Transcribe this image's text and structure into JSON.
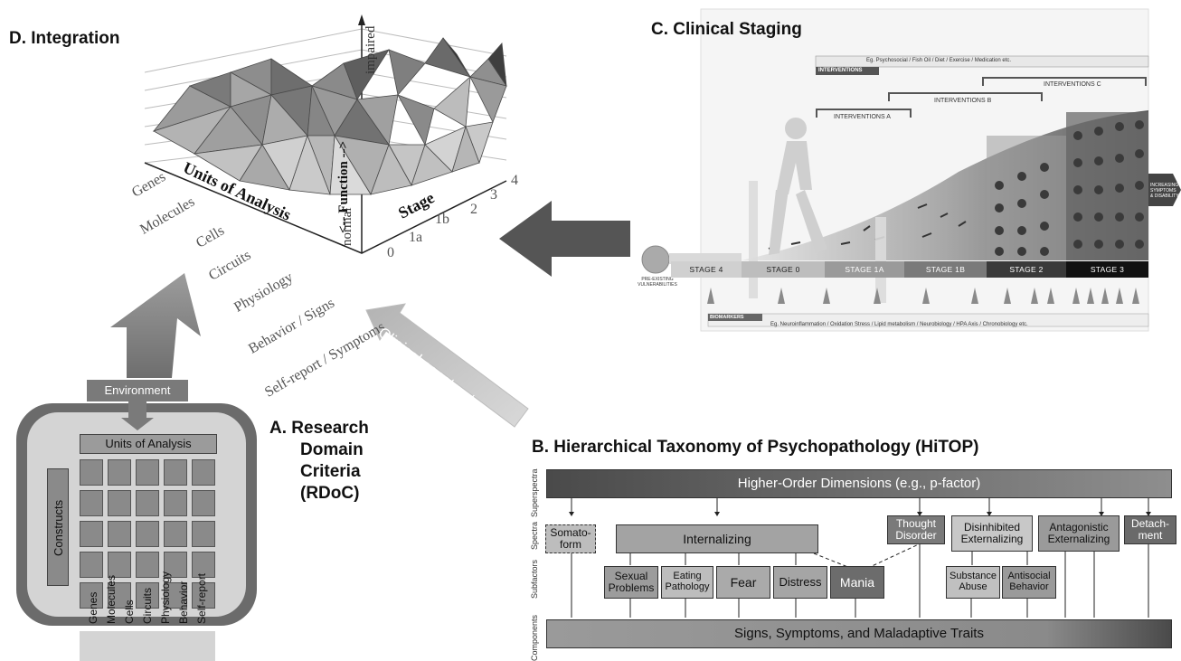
{
  "panel_d": {
    "title": "D. Integration",
    "units_axis_title": "Units of Analysis",
    "stage_axis_title": "Stage",
    "function_axis_title": "<-- Function -->",
    "function_normal": "normal",
    "function_impaired": "impaired",
    "units": [
      "Genes",
      "Molecules",
      "Cells",
      "Circuits",
      "Physiology",
      "Behavior / Signs",
      "Self-report / Symptoms"
    ],
    "stages": [
      "0",
      "1a",
      "1b",
      "2",
      "3",
      "4"
    ]
  },
  "panel_c": {
    "title": "C. Clinical Staging",
    "interventions_label": "INTERVENTIONS",
    "interventions_examples": "Eg. Psychosocial / Fish Oil / Diet / Exercise / Medication etc.",
    "intervention_groups": [
      "INTERVENTIONS A",
      "INTERVENTIONS B",
      "INTERVENTIONS C"
    ],
    "stages": [
      "STAGE 0",
      "STAGE 1A",
      "STAGE 1B",
      "STAGE 2",
      "STAGE 3",
      "STAGE 4"
    ],
    "pre_existing": "PRE-EXISTING VULNERABILITIES",
    "increasing": "INCREASING SYMPTOMS & DISABILITY",
    "biomarkers_label": "BIOMARKERS",
    "biomarkers_examples": "Eg. Neuroinflammation / Oxidation Stress / Lipid metabolism / Neurobiology / HPA Axis / Chronobiology etc."
  },
  "panel_a": {
    "title_lines": [
      "A.  Research",
      "Domain",
      "Criteria",
      "(RDoC)"
    ],
    "environment": "Environment",
    "units_of_analysis": "Units of Analysis",
    "constructs": "Constructs",
    "columns": [
      "Genes",
      "Molecules",
      "Cells",
      "Circuits",
      "Physiology",
      "Behavior",
      "Self-report"
    ]
  },
  "clinical_construct": "Clinical construct",
  "panel_b": {
    "title": "B. Hierarchical Taxonomy of Psychopathology (HiTOP)",
    "levels": [
      "Superspectra",
      "Spectra",
      "Subfactors",
      "Components"
    ],
    "superspectrum": "Higher-Order Dimensions (e.g., p-factor)",
    "spectra": {
      "somatoform": "Somato-form",
      "internalizing": "Internalizing",
      "thought_disorder": "Thought Disorder",
      "disinhibited": "Disinhibited Externalizing",
      "antagonistic": "Antagonistic Externalizing",
      "detachment": "Detach-ment"
    },
    "subfactors": {
      "sexual": "Sexual Problems",
      "eating": "Eating Pathology",
      "fear": "Fear",
      "distress": "Distress",
      "mania": "Mania",
      "substance": "Substance Abuse",
      "antisocial": "Antisocial Behavior"
    },
    "components": "Signs, Symptoms, and Maladaptive Traits"
  }
}
